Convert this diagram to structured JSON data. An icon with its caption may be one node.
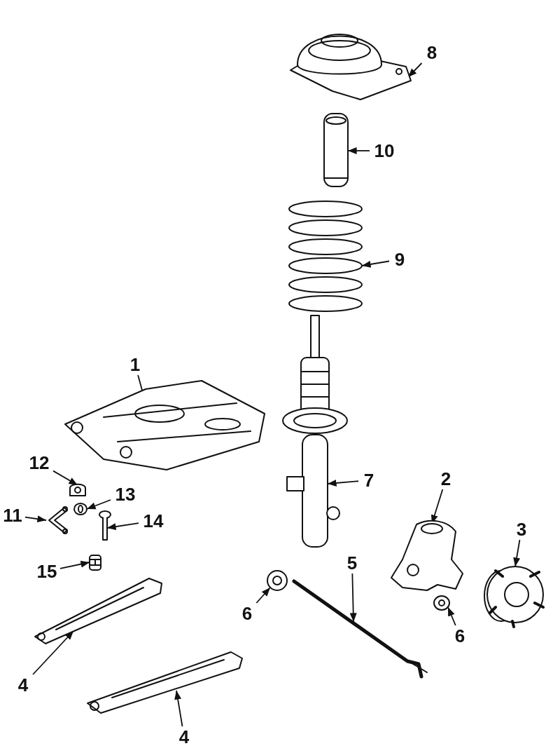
{
  "diagram": {
    "nodes": [
      {
        "text": [
          "8"
        ]
      },
      {
        "text": [],
        "shape": "picture"
      },
      {
        "text": [
          "10"
        ]
      },
      {
        "text": [],
        "shape": "picture"
      },
      {
        "text": [
          "9"
        ]
      },
      {
        "text": [],
        "shape": "picture"
      },
      {
        "text": [
          "1"
        ]
      },
      {
        "text": [],
        "shape": "picture"
      },
      {
        "text": [
          "12"
        ]
      },
      {
        "text": [],
        "shape": "picture"
      },
      {
        "text": [
          "13"
        ]
      },
      {
        "text": [],
        "shape": "picture"
      },
      {
        "text": [
          "11"
        ]
      },
      {
        "text": [],
        "shape": "picture"
      },
      {
        "text": [
          "7"
        ]
      },
      {
        "text": [],
        "shape": "picture"
      },
      {
        "text": [
          "14"
        ]
      },
      {
        "text": [],
        "shape": "picture"
      },
      {
        "text": [
          "2"
        ]
      },
      {
        "text": [],
        "shape": "picture"
      },
      {
        "text": [
          "3"
        ]
      },
      {
        "text": [],
        "shape": "picture"
      },
      {
        "text": [
          "15"
        ]
      },
      {
        "text": [],
        "shape": "picture"
      },
      {
        "text": [
          "5"
        ]
      },
      {
        "text": [],
        "shape": "picture"
      },
      {
        "text": [
          "6"
        ]
      },
      {
        "text": [],
        "shape": "picture"
      },
      {
        "text": [
          "6"
        ]
      },
      {
        "text": [],
        "shape": "picture"
      },
      {
        "text": [
          "4"
        ]
      },
      {
        "text": [],
        "shape": "picture"
      },
      {
        "text": [
          "4"
        ]
      },
      {
        "text": [],
        "shape": "picture"
      }
    ],
    "edges": [
      {
        "from": 0,
        "to": 1,
        "arrow": "to"
      },
      {
        "from": 2,
        "to": 3,
        "arrow": "to"
      },
      {
        "from": 4,
        "to": 5,
        "arrow": "to"
      },
      {
        "from": 6,
        "to": 7,
        "arrow": "to"
      },
      {
        "from": 8,
        "to": 9,
        "arrow": "to"
      },
      {
        "from": 10,
        "to": 11,
        "arrow": "to"
      },
      {
        "from": 12,
        "to": 13,
        "arrow": "to"
      },
      {
        "from": 14,
        "to": 15,
        "arrow": "to"
      },
      {
        "from": 16,
        "to": 17,
        "arrow": "to"
      },
      {
        "from": 18,
        "to": 19,
        "arrow": "to"
      },
      {
        "from": 20,
        "to": 21,
        "arrow": "to"
      },
      {
        "from": 22,
        "to": 23,
        "arrow": "to"
      },
      {
        "from": 24,
        "to": 25,
        "arrow": "to"
      },
      {
        "from": 26,
        "to": 27,
        "arrow": "to"
      },
      {
        "from": 28,
        "to": 29,
        "arrow": "to"
      },
      {
        "from": 30,
        "to": 31,
        "arrow": "to"
      },
      {
        "from": 32,
        "to": 33,
        "arrow": "to"
      }
    ]
  }
}
